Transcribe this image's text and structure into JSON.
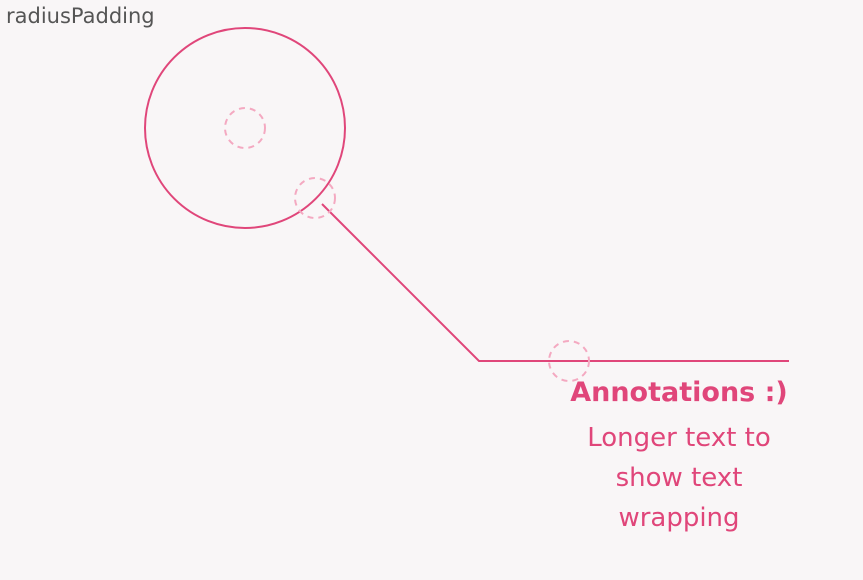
{
  "title": "radiusPadding",
  "annotation": {
    "title": "Annotations :)",
    "label": "Longer text to show text wrapping"
  },
  "colors": {
    "background": "#f9f6f7",
    "accent": "#e0467a",
    "handle": "#f4a9c1",
    "title_text": "#555555"
  }
}
